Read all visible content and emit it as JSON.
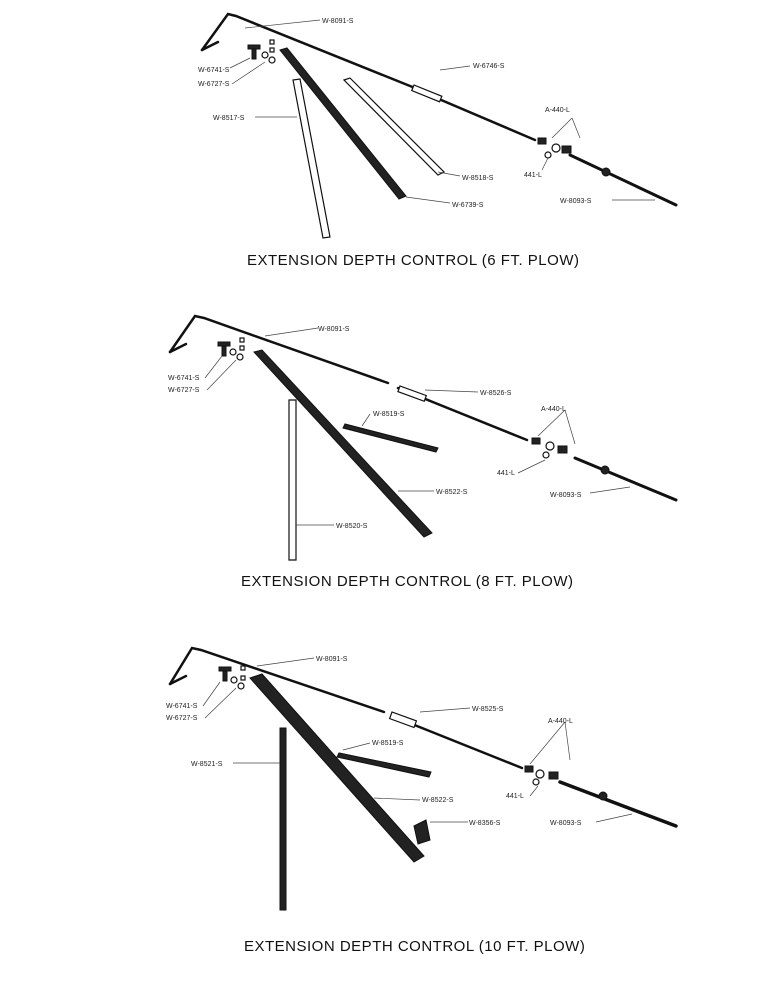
{
  "diagrams": [
    {
      "caption": "EXTENSION DEPTH CONTROL (6 FT. PLOW)",
      "labels": {
        "rod_top": "W-8091-S",
        "pin": "W-6741-S",
        "washer": "W-6727-S",
        "bar_long": "W-8517-S",
        "extension": "W-6746-S",
        "coupler": "A-440-L",
        "coupler_b": "441-L",
        "bar_mid": "W-8518-S",
        "bar_dark": "W-6739-S",
        "rod_end": "W-8093-S"
      }
    },
    {
      "caption": "EXTENSION DEPTH CONTROL (8 FT. PLOW)",
      "labels": {
        "rod_top": "W-8091-S",
        "pin": "W-6741-S",
        "washer": "W-6727-S",
        "extension": "W-8526-S",
        "spring": "W-8519-S",
        "coupler": "A-440-L",
        "coupler_b": "441-L",
        "bar_dark": "W-8522-S",
        "rod_end": "W-8093-S",
        "bar_long": "W-8520-S"
      }
    },
    {
      "caption": "EXTENSION DEPTH CONTROL (10 FT. PLOW)",
      "labels": {
        "rod_top": "W-8091-S",
        "pin": "W-6741-S",
        "washer": "W-6727-S",
        "extension": "W-8525-S",
        "coupler": "A-440-L",
        "spring": "W-8519-S",
        "bar_long": "W-8521-S",
        "coupler_b": "441-L",
        "bar_dark": "W-8522-S",
        "bracket": "W-8356-S",
        "rod_end": "W-8093-S"
      }
    }
  ]
}
